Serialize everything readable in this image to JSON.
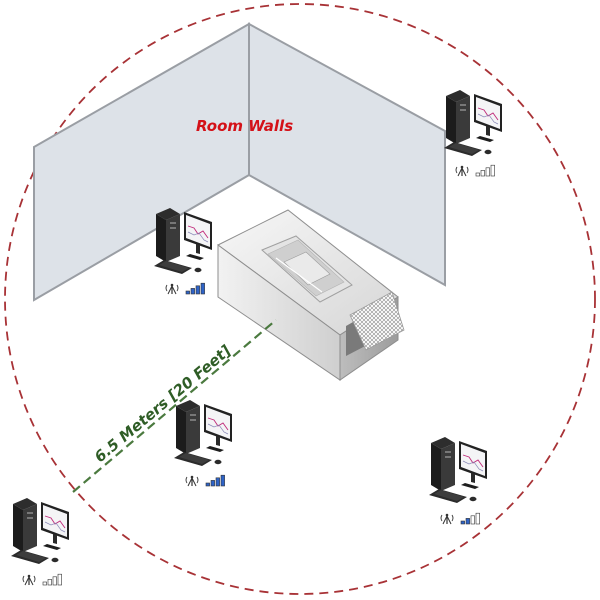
{
  "labels": {
    "room_walls": "Room Walls",
    "distance": "6.5 Meters [20 Feet]"
  },
  "colors": {
    "range_circle": "#a83236",
    "room_walls_text": "#d41118",
    "distance_line": "#4b7a3f",
    "distance_text": "#2f5d26",
    "wall_fill": "#dde2e8",
    "wall_stroke": "#9a9ea4",
    "signal_bar": "#2e63c7"
  },
  "stations": [
    {
      "name": "workstation-back-left",
      "signal_bars": 4
    },
    {
      "name": "workstation-top-right",
      "signal_bars": 0
    },
    {
      "name": "workstation-front-center",
      "signal_bars": 4
    },
    {
      "name": "workstation-front-right",
      "signal_bars": 2
    },
    {
      "name": "workstation-bottom-left",
      "signal_bars": 0
    }
  ]
}
